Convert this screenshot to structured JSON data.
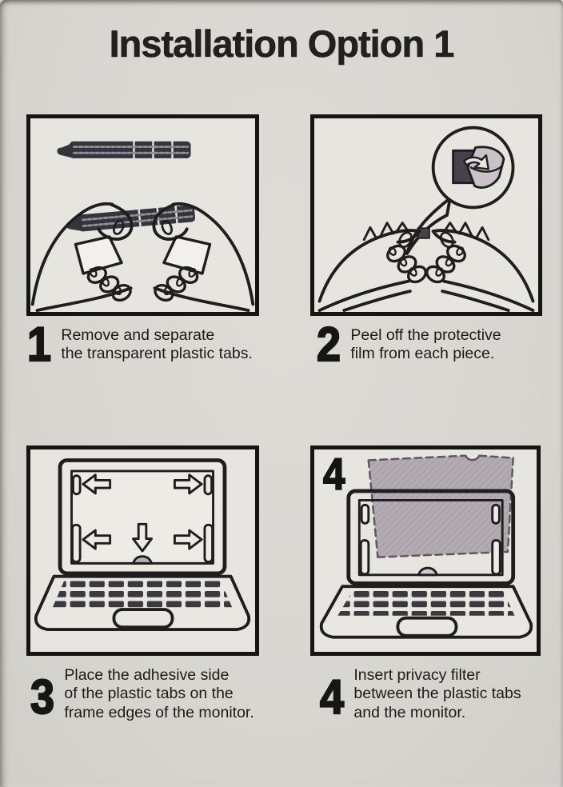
{
  "title": "Installation Option 1",
  "steps": [
    {
      "number": "1",
      "lines": [
        "Remove and separate",
        "the transparent plastic tabs."
      ]
    },
    {
      "number": "2",
      "lines": [
        "Peel off the protective",
        "film from each piece."
      ]
    },
    {
      "number": "3",
      "lines": [
        "Place the adhesive side",
        "of the plastic tabs on the",
        "frame edges of the monitor."
      ]
    },
    {
      "number": "4",
      "lines": [
        "Insert privacy filter",
        "between the plastic tabs",
        "and the monitor."
      ]
    }
  ],
  "panel4_badge": "4",
  "colors": {
    "page_bg": "#d9d7d2",
    "panel_bg": "#e7e5e0",
    "ink": "#1e1e1e",
    "tab_strip": "#36343b",
    "privacy_filter": "#b4aab1",
    "protective_film": "#cbc2c9",
    "callout_tab": "#46414b"
  }
}
